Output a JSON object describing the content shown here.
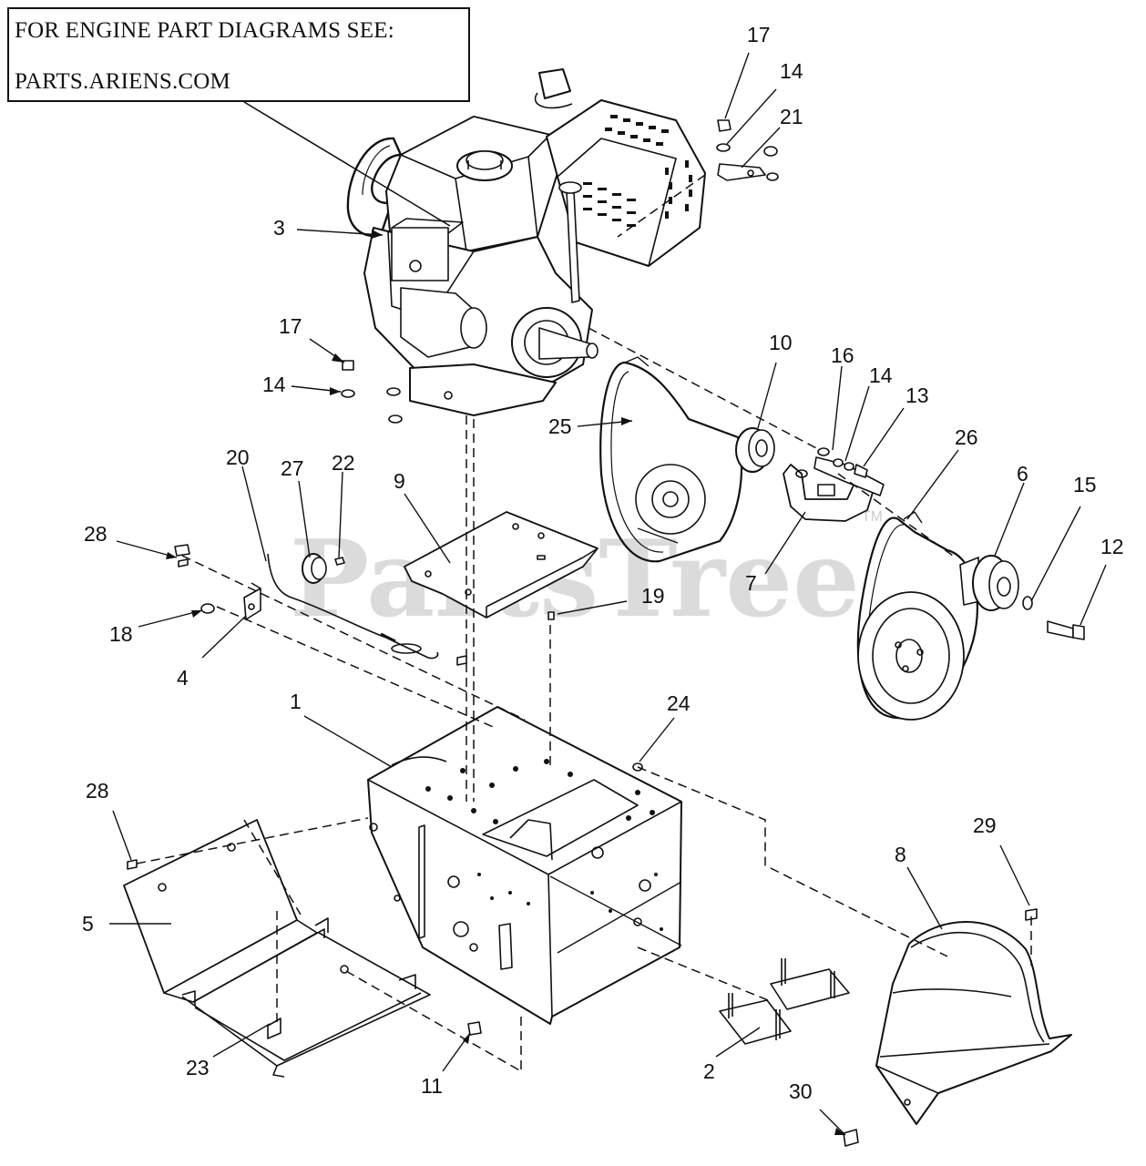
{
  "note": {
    "line1": "FOR ENGINE PART DIAGRAMS SEE:",
    "line2": "PARTS.ARIENS.COM"
  },
  "watermark": {
    "text": "PartsTree",
    "mark": "TM"
  },
  "callouts": [
    {
      "id": "c17a",
      "label": "17"
    },
    {
      "id": "c14a",
      "label": "14"
    },
    {
      "id": "c21",
      "label": "21"
    },
    {
      "id": "c3",
      "label": "3"
    },
    {
      "id": "c17b",
      "label": "17"
    },
    {
      "id": "c14b",
      "label": "14"
    },
    {
      "id": "c10",
      "label": "10"
    },
    {
      "id": "c16",
      "label": "16"
    },
    {
      "id": "c14c",
      "label": "14"
    },
    {
      "id": "c13",
      "label": "13"
    },
    {
      "id": "c26",
      "label": "26"
    },
    {
      "id": "c25",
      "label": "25"
    },
    {
      "id": "c20",
      "label": "20"
    },
    {
      "id": "c27",
      "label": "27"
    },
    {
      "id": "c22",
      "label": "22"
    },
    {
      "id": "c9",
      "label": "9"
    },
    {
      "id": "c6",
      "label": "6"
    },
    {
      "id": "c15",
      "label": "15"
    },
    {
      "id": "c12",
      "label": "12"
    },
    {
      "id": "c28a",
      "label": "28"
    },
    {
      "id": "c7",
      "label": "7"
    },
    {
      "id": "c19",
      "label": "19"
    },
    {
      "id": "c18",
      "label": "18"
    },
    {
      "id": "c4",
      "label": "4"
    },
    {
      "id": "c1",
      "label": "1"
    },
    {
      "id": "c24",
      "label": "24"
    },
    {
      "id": "c28b",
      "label": "28"
    },
    {
      "id": "c29",
      "label": "29"
    },
    {
      "id": "c8",
      "label": "8"
    },
    {
      "id": "c5",
      "label": "5"
    },
    {
      "id": "c2",
      "label": "2"
    },
    {
      "id": "c23",
      "label": "23"
    },
    {
      "id": "c11",
      "label": "11"
    },
    {
      "id": "c30",
      "label": "30"
    }
  ]
}
